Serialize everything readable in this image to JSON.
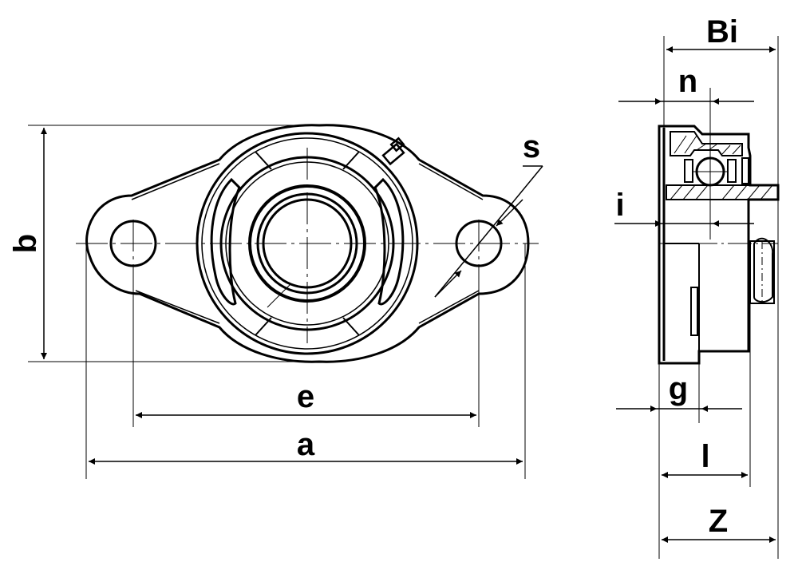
{
  "labels": {
    "a": "a",
    "b": "b",
    "e": "e",
    "s": "s",
    "bi": "Bi",
    "n": "n",
    "i": "i",
    "g": "g",
    "l": "l",
    "z": "Z"
  }
}
